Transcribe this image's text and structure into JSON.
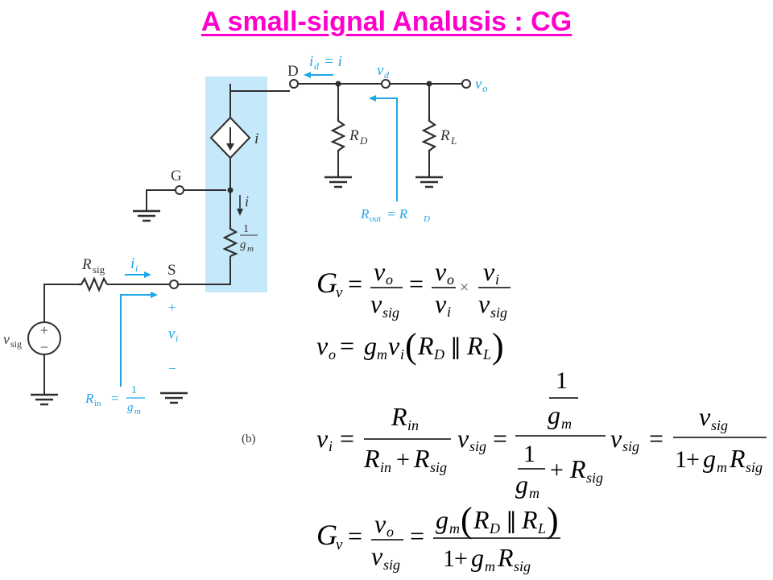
{
  "slide": {
    "title": "A small-signal Analusis : CG"
  },
  "circuit": {
    "drain_label": "D",
    "gate_label": "G",
    "source_label": "S",
    "caption": "(b)",
    "dep_source_label": "i",
    "arrow_current_label": "i",
    "id_sym": "i",
    "id_sub": "d",
    "id_rhs": "= i",
    "vd_sym": "v",
    "vd_sub": "d",
    "vo_sym": "v",
    "vo_sub": "o",
    "rd_sym": "R",
    "rd_sub": "D",
    "rl_sym": "R",
    "rl_sub": "L",
    "rout_sym": "R",
    "rout_sub": "out",
    "rout_rhs": "= R",
    "rout_rhs_sub": "D",
    "gm_num": "1",
    "gm_sym": "g",
    "gm_sub": "m",
    "rsig_sym": "R",
    "rsig_sub": "sig",
    "ii_sym": "i",
    "ii_sub": "i",
    "plus": "+",
    "minus": "−",
    "vi_sym": "v",
    "vi_sub": "i",
    "vsig_sym": "v",
    "vsig_sub": "sig",
    "rin_sym": "R",
    "rin_sub": "in",
    "rin_eq": "=",
    "rin_num": "1",
    "rin_g": "g",
    "rin_gsub": "m",
    "colors": {
      "highlight": "#c5e8fb",
      "annotation": "#1ea6e6",
      "wire": "#2f2f2f"
    }
  },
  "equations": {
    "G": "G",
    "v": "v",
    "R": "R",
    "g": "g",
    "one": "1",
    "sub_v": "v",
    "sub_o": "o",
    "sub_i": "i",
    "sub_sig": "sig",
    "sub_in": "in",
    "sub_m": "m",
    "sub_D": "D",
    "sub_L": "L",
    "eq": "=",
    "times": "×",
    "plus": "+",
    "par": "∥",
    "lp": "(",
    "rp": ")"
  }
}
